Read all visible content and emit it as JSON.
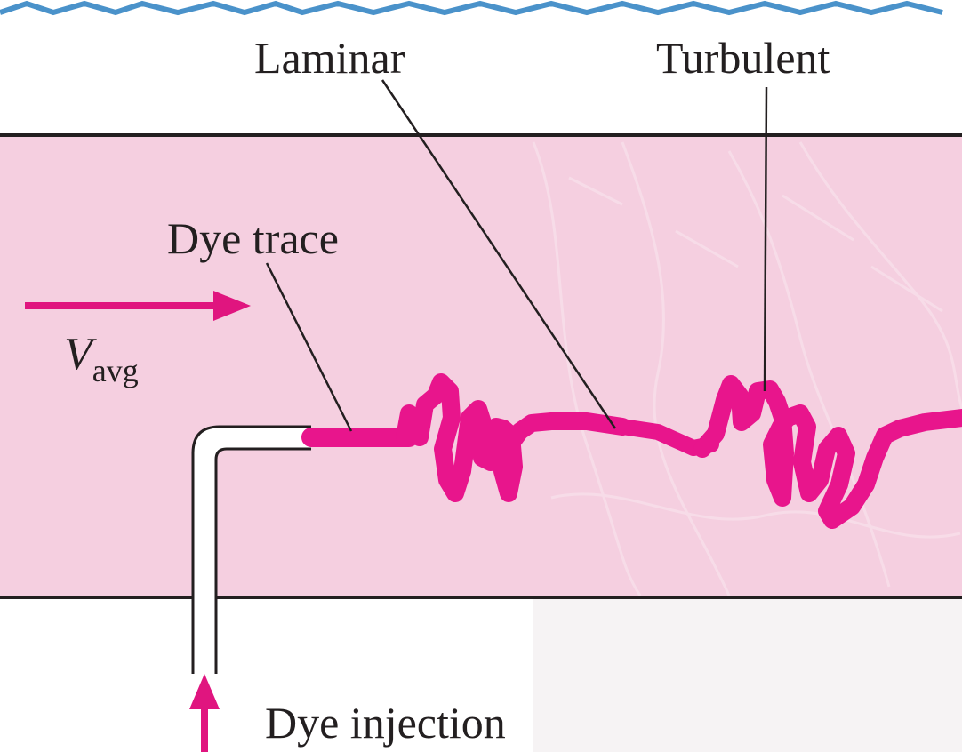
{
  "labels": {
    "laminar": "Laminar",
    "turbulent": "Turbulent",
    "dye_trace": "Dye trace",
    "velocity_symbol": "V",
    "velocity_subscript": "avg",
    "dye_injection": "Dye injection"
  },
  "colors": {
    "pipe_fill": "#f5cfe0",
    "dye": "#e8158c",
    "arrow": "#e0157f",
    "pipe_wall": "#231f20",
    "header_text": "#2a7fc1"
  },
  "icons": {
    "flow_arrow": "right-arrow-icon",
    "injection_arrow": "up-arrow-icon"
  }
}
